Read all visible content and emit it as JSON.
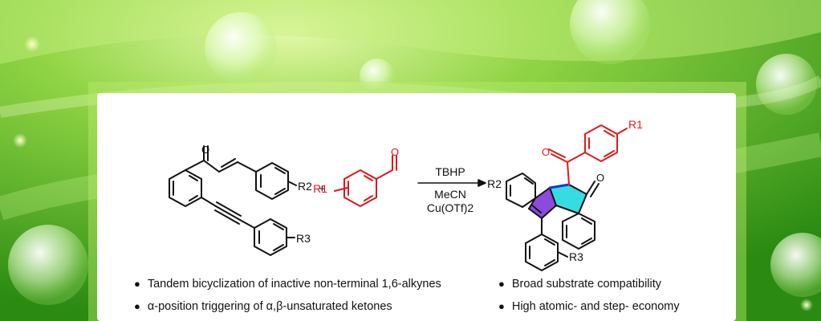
{
  "colors": {
    "bg_light": "#d9f5a3",
    "bg_mid": "#6cc73a",
    "bg_dark": "#2f8f14",
    "card": "#ffffff",
    "reactant_red": "#e0141b",
    "acyl_red": "#e21a1a",
    "bond_blue": "#2233cc",
    "ring_purple": "#7a2ad8",
    "ring_cyan": "#20d8e0",
    "black": "#111111"
  },
  "reaction": {
    "reagent_top": "TBHP",
    "solvent": "MeCN",
    "catalyst": "Cu(OTf)2",
    "plus": "+"
  },
  "structure_labels": {
    "oxygen": "O",
    "r1": "R1",
    "r2": "R2",
    "r3": "R3"
  },
  "highlights": {
    "left": [
      "Tandem bicyclization of inactive non-terminal 1,6-alkynes",
      "α-position triggering of α,β-unsaturated ketones"
    ],
    "right": [
      "Broad substrate compatibility",
      "High atomic- and step- economy"
    ]
  }
}
